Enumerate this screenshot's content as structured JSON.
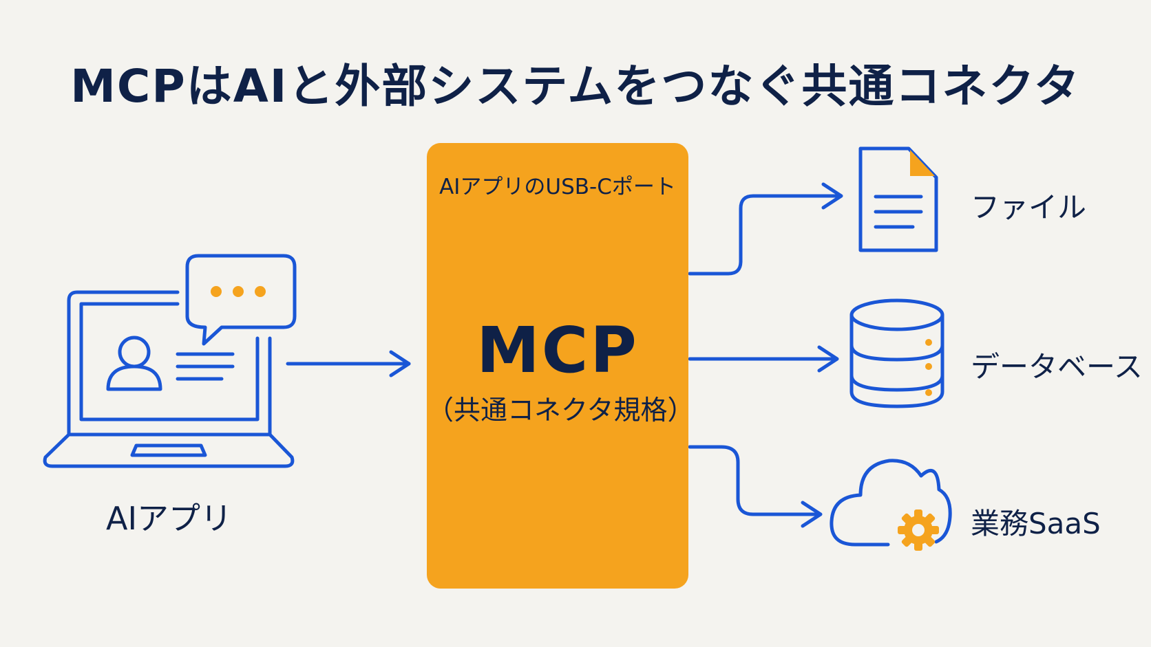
{
  "title": "MCPはAIと外部システムをつなぐ共通コネクタ",
  "left": {
    "label": "AIアプリ",
    "icon": "laptop-chat-icon"
  },
  "center": {
    "subtitle": "AIアプリのUSB-Cポート",
    "name": "MCP",
    "description": "（共通コネクタ規格）"
  },
  "targets": [
    {
      "label": "ファイル",
      "icon": "document-icon"
    },
    {
      "label": "データベース",
      "icon": "database-icon"
    },
    {
      "label": "業務SaaS",
      "icon": "cloud-gear-icon"
    }
  ],
  "colors": {
    "background": "#f4f3ef",
    "accent_blue": "#1a56d6",
    "accent_orange": "#f5a31e",
    "text": "#0f2147"
  }
}
